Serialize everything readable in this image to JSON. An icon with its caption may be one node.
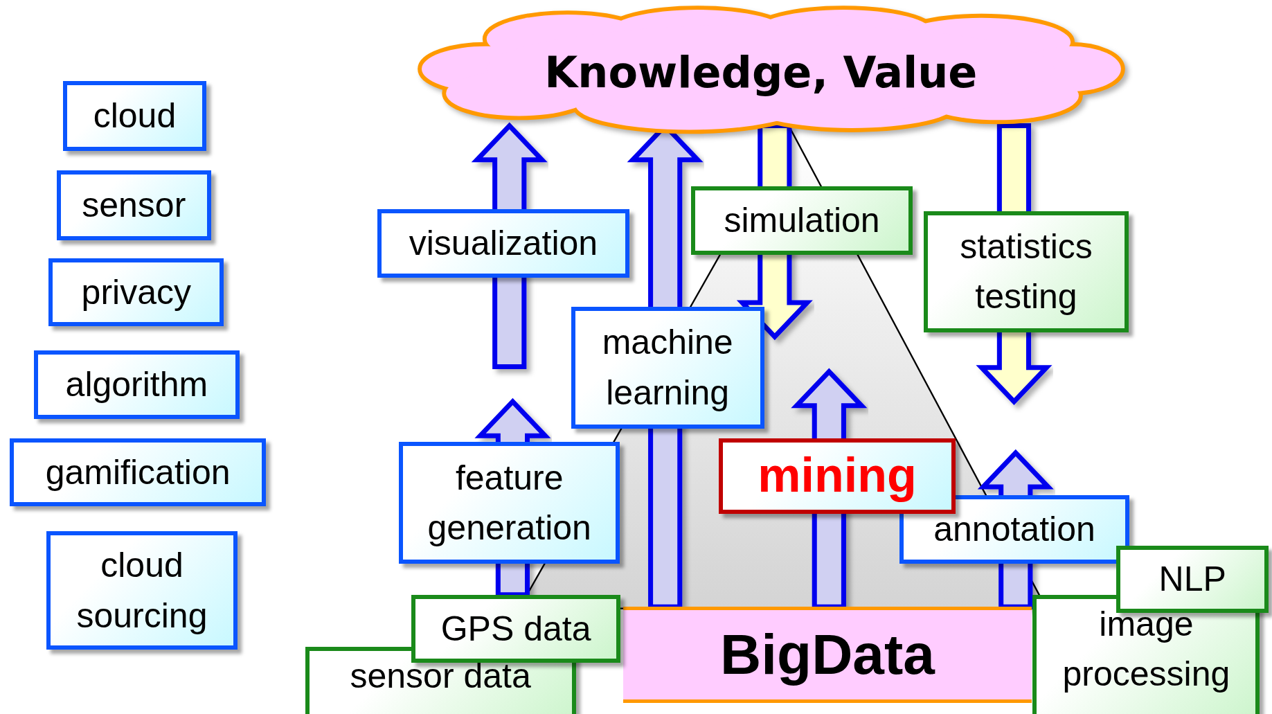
{
  "diagram": {
    "nodes": [
      {
        "text": [
          "Knowledge, Value"
        ]
      },
      {
        "text": [
          "BigData"
        ]
      },
      {
        "text": [
          "cloud"
        ]
      },
      {
        "text": [
          "sensor"
        ]
      },
      {
        "text": [
          "privacy"
        ]
      },
      {
        "text": [
          "algorithm"
        ]
      },
      {
        "text": [
          "gamification"
        ]
      },
      {
        "text": [
          "cloud sourcing"
        ]
      },
      {
        "text": [
          "visualization"
        ]
      },
      {
        "text": [
          "simulation"
        ]
      },
      {
        "text": [
          "statistics testing"
        ]
      },
      {
        "text": [
          "machine learning"
        ]
      },
      {
        "text": [
          "feature generation"
        ]
      },
      {
        "text": [
          "mining"
        ]
      },
      {
        "text": [
          "annotation"
        ]
      },
      {
        "text": [
          "GPS data"
        ]
      },
      {
        "text": [
          "sensor data"
        ]
      },
      {
        "text": [
          "NLP"
        ]
      },
      {
        "text": [
          "image processing"
        ]
      }
    ],
    "edges": [
      {
        "from": 15,
        "to": null,
        "arrow": "to"
      },
      {
        "from": null,
        "to": 0,
        "arrow": "to"
      },
      {
        "from": 1,
        "to": 0,
        "arrow": "to"
      },
      {
        "from": 0,
        "to": null,
        "arrow": "to",
        "color": "#ffffcc"
      },
      {
        "from": 1,
        "to": null,
        "arrow": "to"
      },
      {
        "from": 0,
        "to": null,
        "arrow": "to",
        "color": "#ffffcc"
      },
      {
        "from": 1,
        "to": null,
        "arrow": "to"
      }
    ]
  }
}
